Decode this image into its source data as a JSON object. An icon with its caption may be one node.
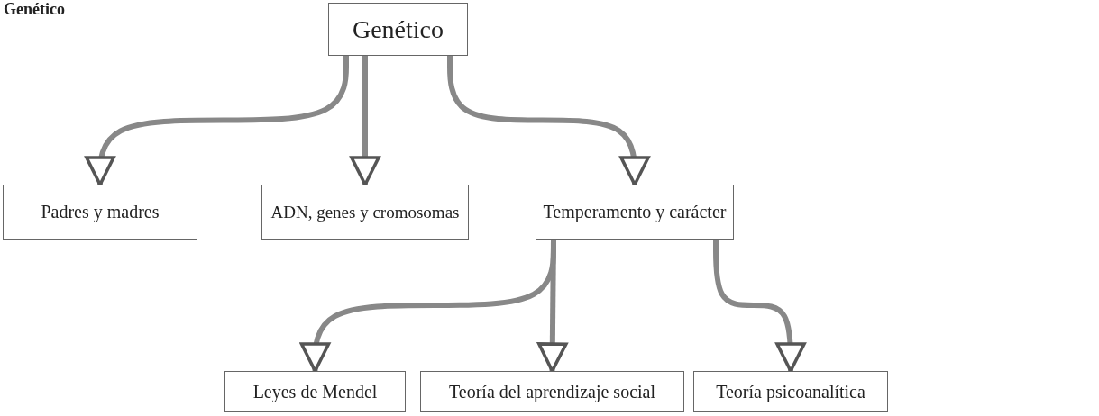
{
  "diagram": {
    "title": "Genético",
    "nodes": [
      {
        "text": [
          "Genético"
        ]
      },
      {
        "text": [
          "Padres y madres"
        ]
      },
      {
        "text": [
          "ADN, genes y cromosomas"
        ]
      },
      {
        "text": [
          "Temperamento y carácter"
        ]
      },
      {
        "text": [
          "Leyes de Mendel"
        ]
      },
      {
        "text": [
          "Teoría del aprendizaje social"
        ]
      },
      {
        "text": [
          "Teoría psicoanalítica"
        ]
      }
    ],
    "edges": [
      {
        "from": 0,
        "to": 1,
        "arrow": "to"
      },
      {
        "from": 0,
        "to": 2,
        "arrow": "to"
      },
      {
        "from": 0,
        "to": 3,
        "arrow": "to"
      },
      {
        "from": 3,
        "to": 4,
        "arrow": "to"
      },
      {
        "from": 3,
        "to": 5,
        "arrow": "to"
      },
      {
        "from": 3,
        "to": 6,
        "arrow": "to"
      }
    ]
  }
}
